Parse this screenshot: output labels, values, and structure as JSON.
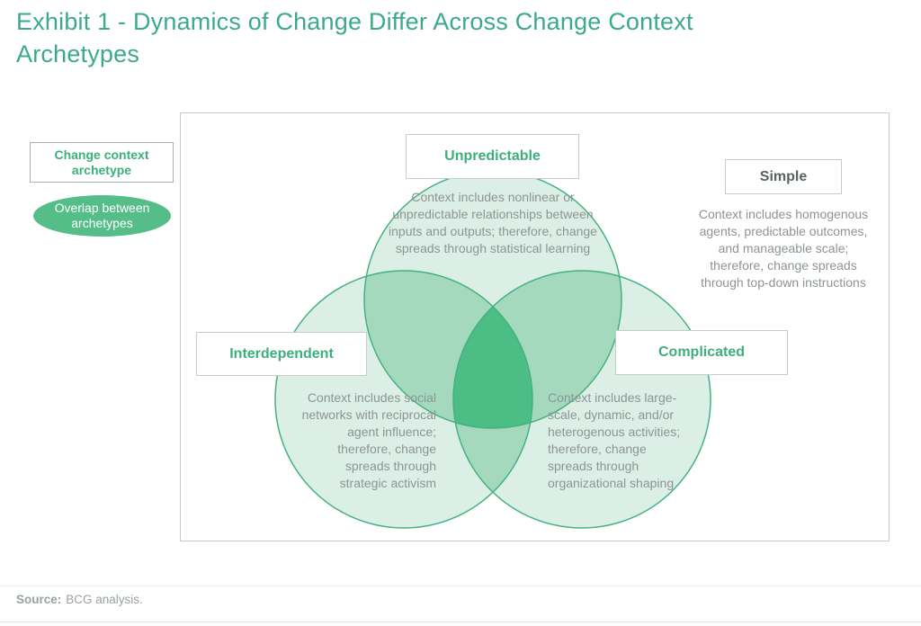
{
  "title": "Exhibit 1 - Dynamics of Change Differ Across Change Context Archetypes",
  "legend": {
    "archetype_box_label": "Change context archetype",
    "overlap_ellipse_label": "Overlap between archetypes"
  },
  "venn": {
    "type": "venn-3-circle",
    "circles": [
      {
        "label": "Unpredictable",
        "description": "Context includes nonlinear or unpredictable relationships between inputs and outputs; therefore, change spreads through statistical learning"
      },
      {
        "label": "Interdependent",
        "description": "Context includes social networks with reciprocal agent influence; therefore, change spreads through strategic activism"
      },
      {
        "label": "Complicated",
        "description": "Context includes large-scale, dynamic, and/or heterogenous activities; therefore, change spreads through organizational shaping"
      }
    ],
    "outside_context": {
      "label": "Simple",
      "description": "Context includes homogenous agents, predictable outcomes, and manageable scale; therefore, change spreads through top-down instructions"
    }
  },
  "source": {
    "label": "Source:",
    "text": "BCG analysis."
  },
  "colors": {
    "title_green": "#3BAA8C",
    "label_green": "#3CAF7D",
    "dark_label": "#5B6260",
    "text_gray": "#8D9494",
    "circle_fill": "#DCEFE6",
    "overlap_fill": "#A4D9BE",
    "center_fill": "#4DBD86",
    "circle_stroke": "#44B182",
    "ellipse_fill": "#55BE88",
    "box_border": "#C6CCC9",
    "legend_border": "#A9B0AB",
    "source_gray": "#9AA2A2"
  }
}
